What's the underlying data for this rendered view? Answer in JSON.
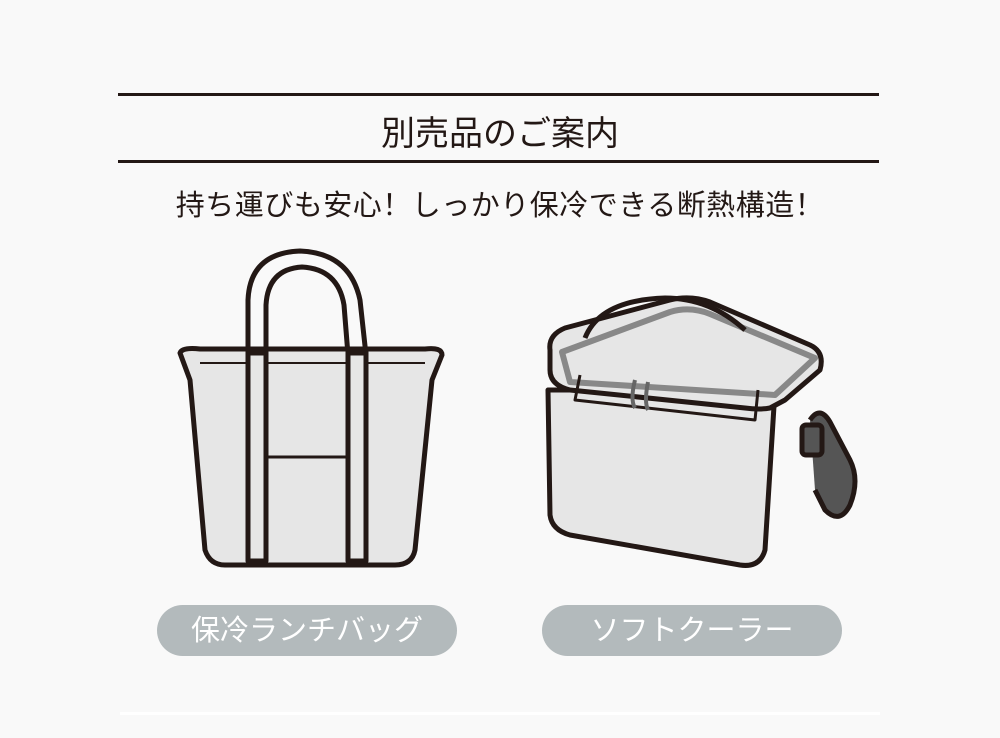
{
  "heading": "別売品のご案内",
  "subheading": "持ち運びも安心！しっかり保冷できる断熱構造！",
  "products": [
    {
      "label": "保冷ランチバッグ"
    },
    {
      "label": "ソフトクーラー"
    }
  ],
  "colors": {
    "pill": "#b3babc",
    "line": "#231815",
    "background": "#f9f9f9"
  }
}
